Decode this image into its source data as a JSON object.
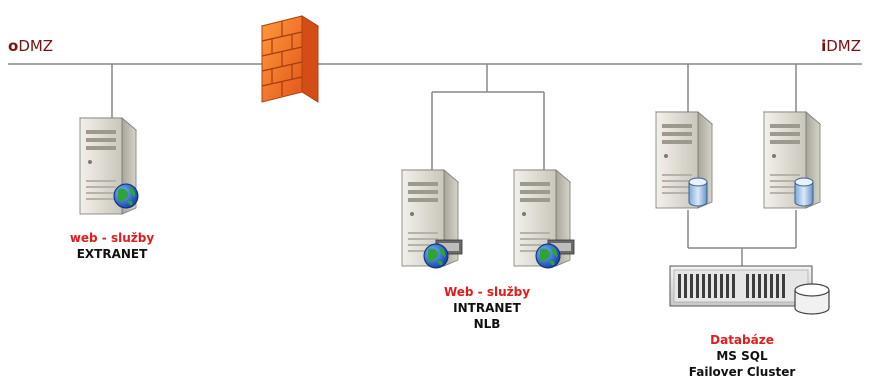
{
  "zones": {
    "left": {
      "prefix": "o",
      "suffix": "DMZ"
    },
    "right": {
      "prefix": "i",
      "suffix": "DMZ"
    }
  },
  "groups": {
    "extranet": {
      "title": "web - služby",
      "lines": [
        "EXTRANET"
      ]
    },
    "intranet": {
      "title": "Web - služby",
      "lines": [
        "INTRANET",
        "NLB"
      ]
    },
    "database": {
      "title": "Databáze",
      "lines": [
        "MS SQL",
        "Failover Cluster"
      ]
    }
  },
  "icons": {
    "firewall": "brick-firewall-icon",
    "web_server": "tower-server-with-globe-icon",
    "nlb_server": "tower-server-with-globe-and-network-icon",
    "db_server": "tower-server-with-database-icon",
    "storage": "rack-storage-array-with-database-icon"
  },
  "colors": {
    "zone_text": "#7a1010",
    "title_red": "#e31b1b",
    "line": "#888888"
  }
}
